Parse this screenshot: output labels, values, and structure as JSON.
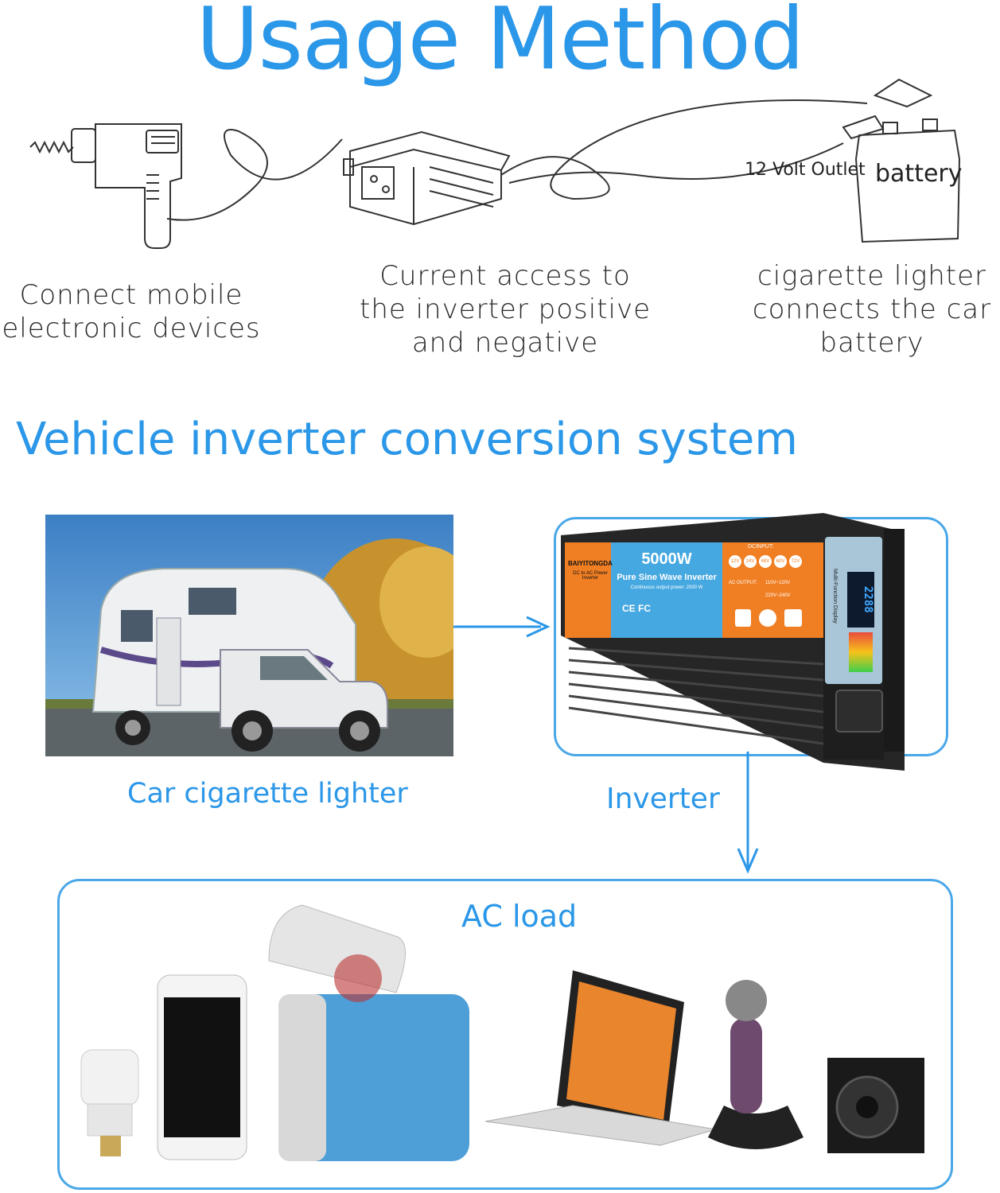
{
  "header": {
    "title": "Usage Method"
  },
  "sketch": {
    "outlet_label": "12 Volt Outlet",
    "battery_label": "battery",
    "captions": [
      {
        "lines": [
          "Connect mobile",
          "electronic devices"
        ]
      },
      {
        "lines": [
          "Current access to",
          "the inverter positive",
          "and negative"
        ]
      },
      {
        "lines": [
          "cigarette lighter",
          "connects the car",
          "battery"
        ]
      }
    ]
  },
  "system": {
    "title": "Vehicle inverter conversion system",
    "car_caption": "Car cigarette lighter",
    "inverter_caption": "Inverter",
    "ac_load_caption": "AC load"
  },
  "inverter_panel": {
    "brand": "BAIYITONGDA",
    "brand_sub": "DC to AC Power Inverter",
    "power": "5000W",
    "type": "Pure Sine Wave Inverter",
    "continuous": "Continuous output power: 2500 W",
    "certs": "CE FC",
    "dc_input_label": "DCINPUT:",
    "dc_voltages": [
      "12V",
      "24V",
      "48V",
      "60V",
      "72V"
    ],
    "ac_output_label": "AC OUTPUT:",
    "ac_options": [
      "110V~120V",
      "220V~240V"
    ],
    "display_label": "Multi-Function Display",
    "display_reading": "2288"
  },
  "colors": {
    "accent_blue": "#2b97e8",
    "box_border": "#4aa8e8",
    "inverter_orange": "#f07f24",
    "inverter_blue": "#46a8e0",
    "inverter_body": "#2a2a2a"
  }
}
